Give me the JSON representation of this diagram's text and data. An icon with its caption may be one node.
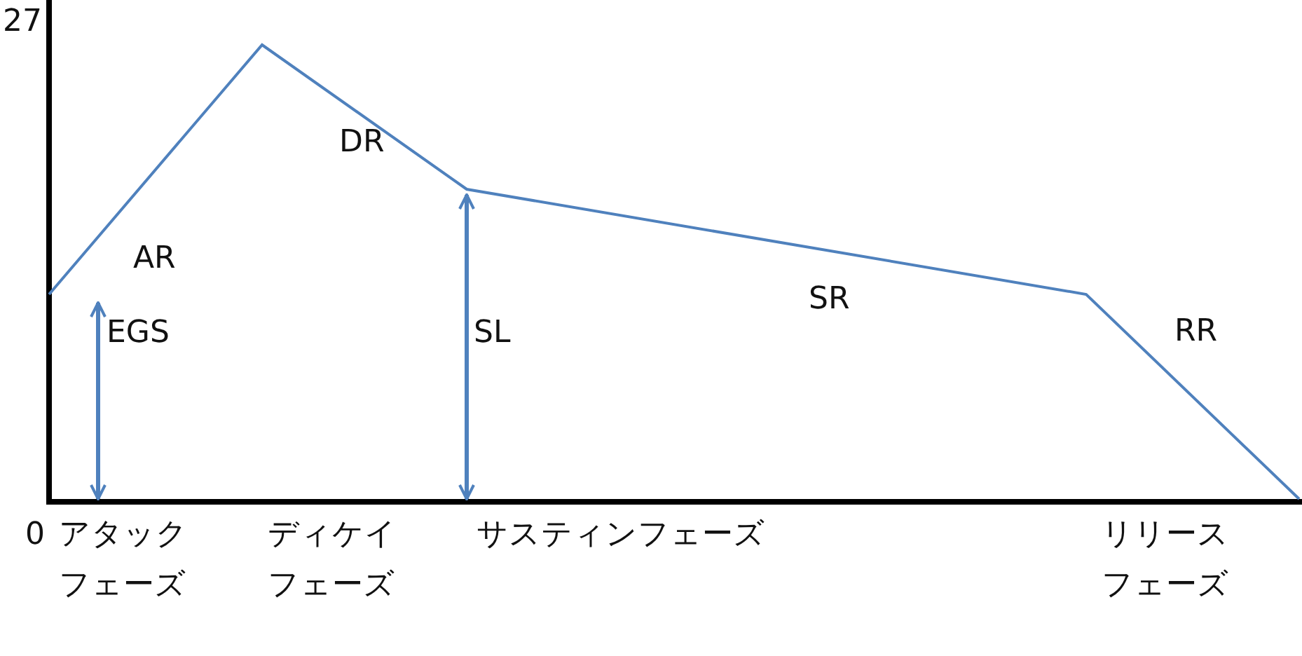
{
  "diagram": {
    "labels": [
      "27",
      "DR",
      "AR",
      "EGS",
      "SL",
      "SR",
      "RR",
      "0",
      "アタックフェーズ",
      "ディケイフェーズ",
      "サスティンフェーズ",
      "リリースフェーズ"
    ]
  }
}
